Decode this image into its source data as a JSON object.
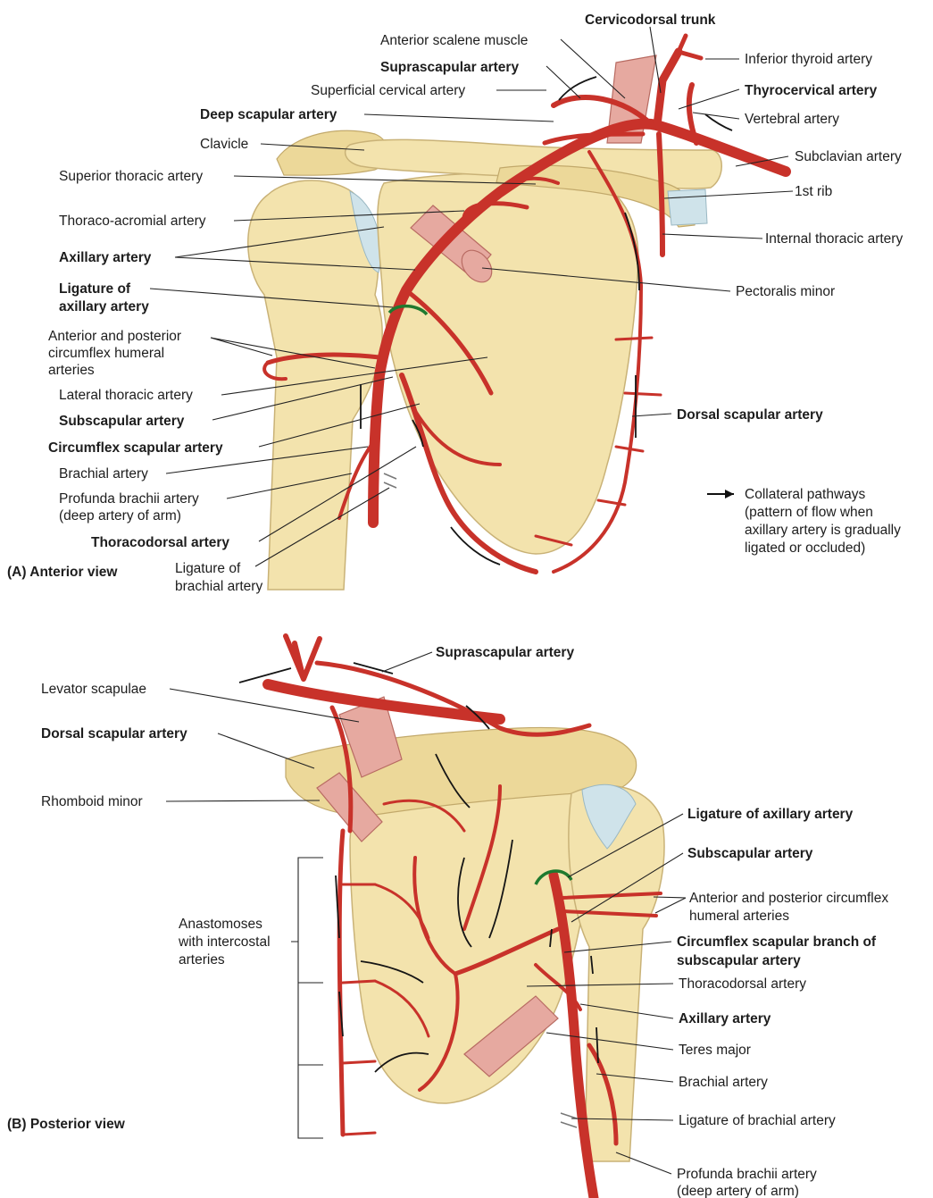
{
  "panels": {
    "anterior": {
      "caption": "(A) Anterior view",
      "labels": [
        {
          "id": "cervicodorsal-trunk",
          "text": "Cervicodorsal trunk",
          "bold": true
        },
        {
          "id": "anterior-scalene-muscle",
          "text": "Anterior scalene muscle",
          "bold": false
        },
        {
          "id": "inferior-thyroid-artery",
          "text": "Inferior thyroid artery",
          "bold": false
        },
        {
          "id": "suprascapular-artery",
          "text": "Suprascapular artery",
          "bold": true
        },
        {
          "id": "thyrocervical-artery",
          "text": "Thyrocervical artery",
          "bold": true
        },
        {
          "id": "superficial-cervical-artery",
          "text": "Superficial cervical artery",
          "bold": false
        },
        {
          "id": "vertebral-artery",
          "text": "Vertebral artery",
          "bold": false
        },
        {
          "id": "deep-scapular-artery",
          "text": "Deep scapular artery",
          "bold": true
        },
        {
          "id": "clavicle",
          "text": "Clavicle",
          "bold": false
        },
        {
          "id": "subclavian-artery",
          "text": "Subclavian artery",
          "bold": false
        },
        {
          "id": "superior-thoracic-artery",
          "text": "Superior thoracic artery",
          "bold": false
        },
        {
          "id": "first-rib",
          "text": "1st rib",
          "bold": false
        },
        {
          "id": "thoraco-acromial-artery",
          "text": "Thoraco-acromial artery",
          "bold": false
        },
        {
          "id": "internal-thoracic-artery",
          "text": "Internal thoracic artery",
          "bold": false
        },
        {
          "id": "axillary-artery",
          "text": "Axillary artery",
          "bold": true
        },
        {
          "id": "ligature-axillary-1",
          "text": "Ligature of",
          "bold": true
        },
        {
          "id": "ligature-axillary-2",
          "text": "axillary artery",
          "bold": true
        },
        {
          "id": "pectoralis-minor",
          "text": "Pectoralis minor",
          "bold": false
        },
        {
          "id": "circumflex-humeral-1",
          "text": "Anterior and posterior",
          "bold": false
        },
        {
          "id": "circumflex-humeral-2",
          "text": "circumflex humeral",
          "bold": false
        },
        {
          "id": "circumflex-humeral-3",
          "text": "arteries",
          "bold": false
        },
        {
          "id": "lateral-thoracic-artery",
          "text": "Lateral thoracic artery",
          "bold": false
        },
        {
          "id": "subscapular-artery",
          "text": "Subscapular artery",
          "bold": true
        },
        {
          "id": "dorsal-scapular-artery",
          "text": "Dorsal scapular artery",
          "bold": true
        },
        {
          "id": "circumflex-scapular-artery",
          "text": "Circumflex scapular artery",
          "bold": true
        },
        {
          "id": "brachial-artery",
          "text": "Brachial artery",
          "bold": false
        },
        {
          "id": "profunda-brachii-1",
          "text": "Profunda brachii artery",
          "bold": false
        },
        {
          "id": "profunda-brachii-2",
          "text": "(deep artery of arm)",
          "bold": false
        },
        {
          "id": "thoracodorsal-artery",
          "text": "Thoracodorsal artery",
          "bold": true
        },
        {
          "id": "ligature-brachial-1",
          "text": "Ligature of",
          "bold": false
        },
        {
          "id": "ligature-brachial-2",
          "text": "brachial artery",
          "bold": false
        }
      ],
      "legend": [
        "Collateral pathways",
        "(pattern of flow when",
        "axillary artery is gradually",
        "ligated or occluded)"
      ]
    },
    "posterior": {
      "caption": "(B) Posterior view",
      "labels": [
        {
          "id": "suprascapular-artery",
          "text": "Suprascapular artery",
          "bold": true
        },
        {
          "id": "levator-scapulae",
          "text": "Levator scapulae",
          "bold": false
        },
        {
          "id": "dorsal-scapular-artery",
          "text": "Dorsal scapular artery",
          "bold": true
        },
        {
          "id": "rhomboid-minor",
          "text": "Rhomboid minor",
          "bold": false
        },
        {
          "id": "ligature-axillary",
          "text": "Ligature of axillary artery",
          "bold": true
        },
        {
          "id": "subscapular-artery",
          "text": "Subscapular artery",
          "bold": true
        },
        {
          "id": "circumflex-humeral-1",
          "text": "Anterior and posterior circumflex",
          "bold": false
        },
        {
          "id": "circumflex-humeral-2",
          "text": "humeral arteries",
          "bold": false
        },
        {
          "id": "anastomoses-1",
          "text": "Anastomoses",
          "bold": false
        },
        {
          "id": "anastomoses-2",
          "text": "with intercostal",
          "bold": false
        },
        {
          "id": "anastomoses-3",
          "text": "arteries",
          "bold": false
        },
        {
          "id": "circumflex-scapular-1",
          "text": "Circumflex scapular branch of",
          "bold": true
        },
        {
          "id": "circumflex-scapular-2",
          "text": "subscapular artery",
          "bold": true
        },
        {
          "id": "thoracodorsal-artery",
          "text": "Thoracodorsal artery",
          "bold": false
        },
        {
          "id": "axillary-artery",
          "text": "Axillary artery",
          "bold": true
        },
        {
          "id": "teres-major",
          "text": "Teres major",
          "bold": false
        },
        {
          "id": "brachial-artery",
          "text": "Brachial artery",
          "bold": false
        },
        {
          "id": "ligature-brachial",
          "text": "Ligature of brachial artery",
          "bold": false
        },
        {
          "id": "profunda-brachii-1",
          "text": "Profunda brachii artery",
          "bold": false
        },
        {
          "id": "profunda-brachii-2",
          "text": "(deep artery of arm)",
          "bold": false
        }
      ]
    }
  },
  "colors": {
    "artery": "#c8322a",
    "bone": "#f3e3ad",
    "muscle": "#e6a9a0",
    "cartilage": "#cfe3ea",
    "ligature": "#1f7a2f",
    "arrow": "#151515"
  }
}
